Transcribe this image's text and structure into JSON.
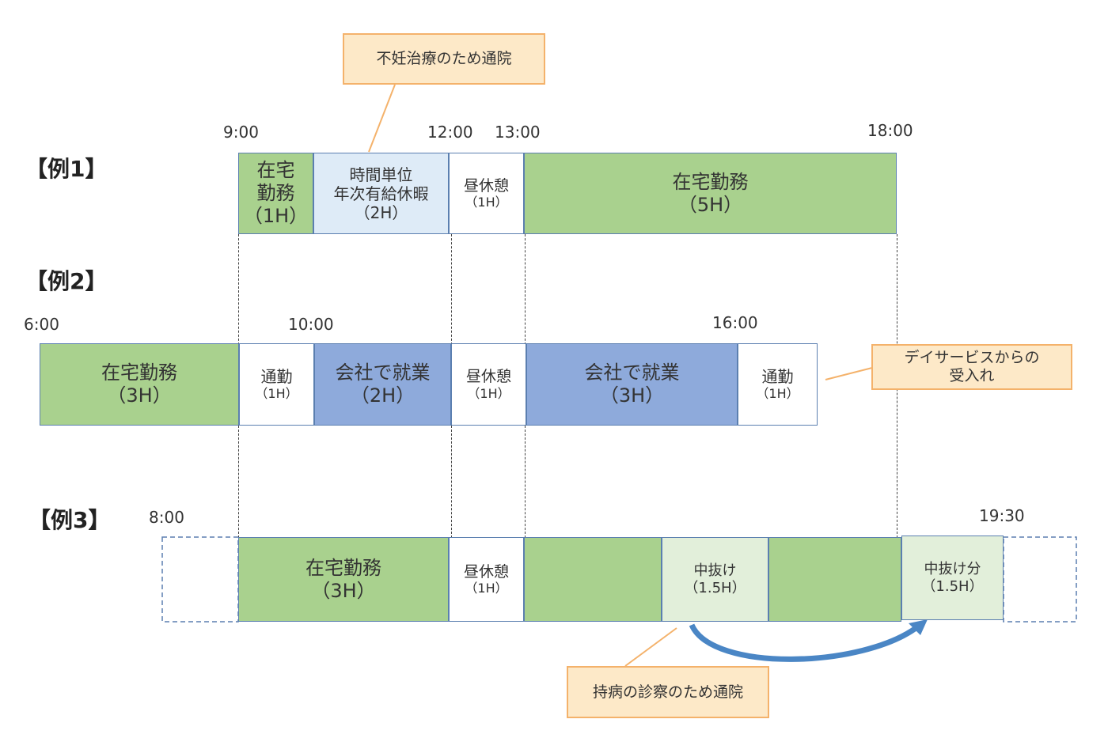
{
  "colors": {
    "home_work": "#a9d18e",
    "hourly_leave": "#deebf7",
    "break": "#ffffff",
    "office_work": "#8eaadb",
    "time_out": "#e2efda",
    "callout_fill": "#fde9c8",
    "callout_border": "#f4b26b",
    "arrow": "#4a86c5"
  },
  "example1": {
    "label": "【例1】",
    "times": [
      "9:00",
      "12:00",
      "13:00",
      "18:00"
    ],
    "callout": "不妊治療のため通院",
    "blocks": [
      {
        "line1": "在宅",
        "line2": "勤務",
        "line3": "（1H）"
      },
      {
        "line1": "時間単位",
        "line2": "年次有給休暇",
        "line3": "（2H）"
      },
      {
        "line1": "昼休憩",
        "line2": "（1H）"
      },
      {
        "line1": "在宅勤務",
        "line2": "（5H）"
      }
    ]
  },
  "example2": {
    "label": "【例2】",
    "times": [
      "6:00",
      "10:00",
      "16:00"
    ],
    "callout_line1": "デイサービスからの",
    "callout_line2": "受入れ",
    "blocks": [
      {
        "line1": "在宅勤務",
        "line2": "（3H）"
      },
      {
        "line1": "通勤",
        "line2": "（1H）"
      },
      {
        "line1": "会社で就業",
        "line2": "（2H）"
      },
      {
        "line1": "昼休憩",
        "line2": "（1H）"
      },
      {
        "line1": "会社で就業",
        "line2": "（3H）"
      },
      {
        "line1": "通勤",
        "line2": "（1H）"
      }
    ]
  },
  "example3": {
    "label": "【例3】",
    "times": [
      "8:00",
      "19:30"
    ],
    "callout": "持病の診察のため通院",
    "blocks": [
      {
        "line1": "在宅勤務",
        "line2": "（3H）"
      },
      {
        "line1": "昼休憩",
        "line2": "（1H）"
      },
      {
        "line1": "中抜け",
        "line2": "（1.5H）"
      },
      {
        "line1": "中抜け分",
        "line2": "（1.5H）"
      }
    ]
  }
}
